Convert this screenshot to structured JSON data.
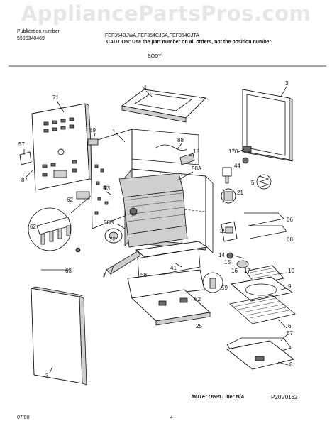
{
  "watermark": "AppliancePartsPros.com",
  "header": {
    "publication_label": "Publication number",
    "publication_number": "5995340469",
    "models": "FEF354BJWA,FEF354CJSA,FEF354CJTA",
    "caution": "CAUTION:  Use the part number on all orders, not the position number."
  },
  "section_title": "BODY",
  "callouts": {
    "c71": "71",
    "c4": "4",
    "c3": "3",
    "c89": "89",
    "c1": "1",
    "c88": "88",
    "c57": "57",
    "c18": "18",
    "c170": "170",
    "c87": "87",
    "c58A": "58A",
    "c44": "44",
    "c5": "5",
    "c13": "13",
    "c62a": "62",
    "c21": "21",
    "c62b": "62",
    "c37": "37",
    "c66": "66",
    "c58B": "58B",
    "c72": "72",
    "c29": "29",
    "c68": "68",
    "c63": "63",
    "c14": "14",
    "c15": "15",
    "c41": "41",
    "c16": "16",
    "c17": "17",
    "c7": "7",
    "c58": "58",
    "c10": "10",
    "c59": "59",
    "c9": "9",
    "c82": "82",
    "c25": "25",
    "c6": "6",
    "c67": "67",
    "c8": "8",
    "c3b": "3"
  },
  "footer": {
    "note": "NOTE:  Oven Liner N/A",
    "figure_code": "P20V0162",
    "date": "07/00",
    "page": "4"
  }
}
